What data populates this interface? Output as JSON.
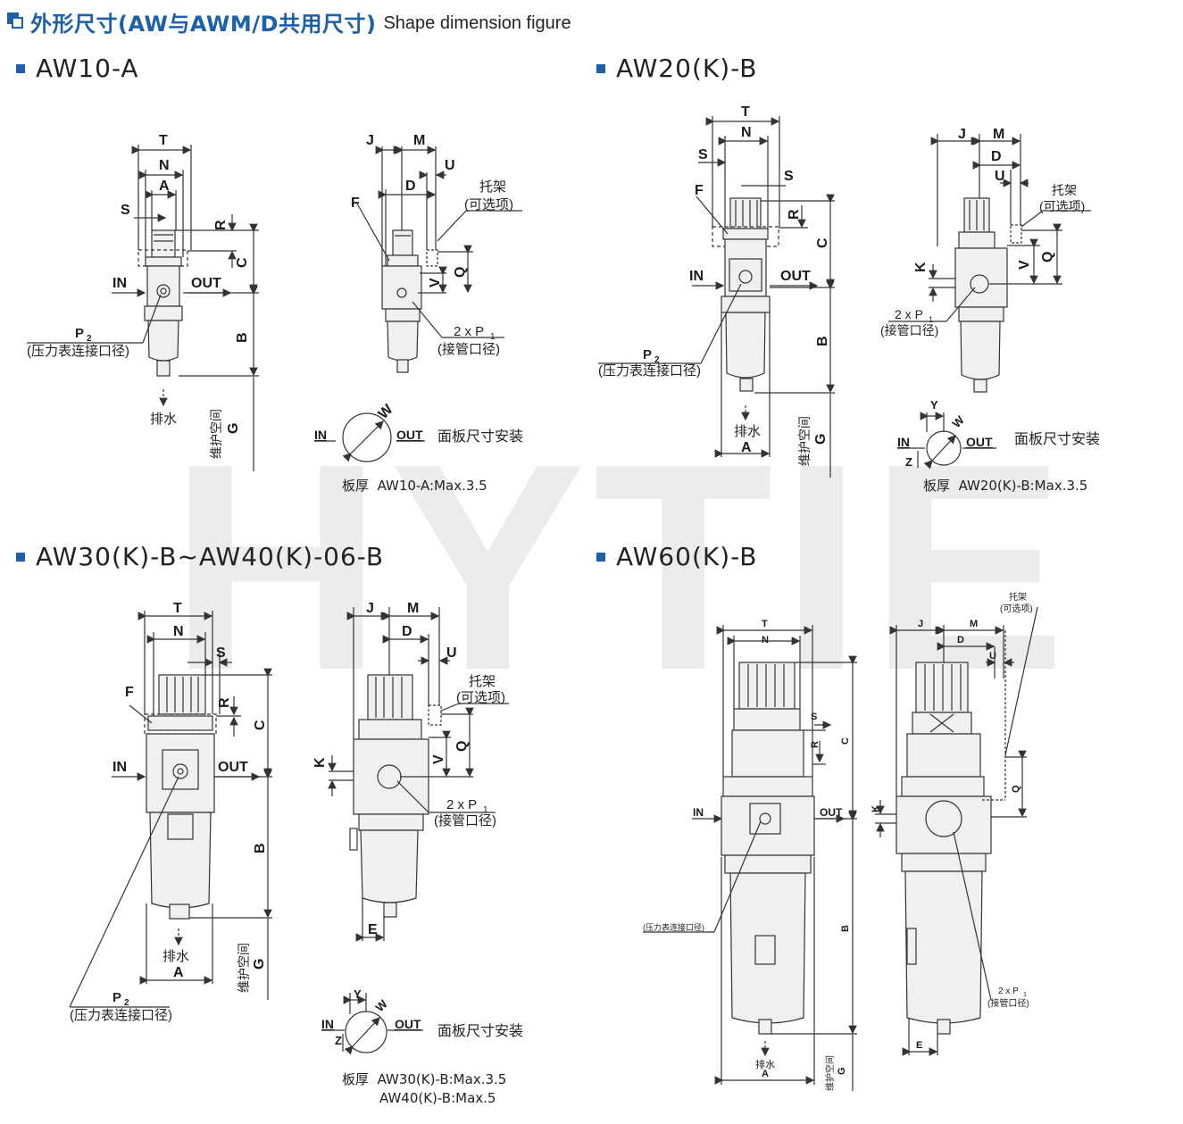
{
  "header": {
    "title": "外形尺寸(AW与AWM/D共用尺寸)",
    "subtitle": "Shape dimension figure"
  },
  "watermark": "HYTIE",
  "sections": [
    {
      "id": "aw10",
      "label": "AW10-A"
    },
    {
      "id": "aw20",
      "label": "AW20(K)-B"
    },
    {
      "id": "aw30",
      "label": "AW30(K)-B~AW40(K)-06-B"
    },
    {
      "id": "aw60",
      "label": "AW60(K)-B"
    }
  ],
  "labels": {
    "in": "IN",
    "out": "OUT",
    "drain": "排水",
    "maintenance": "维护空间",
    "bracket": "托架",
    "bracket_opt": "(可选项)",
    "p1_count": "2 x P",
    "p1_text": "(接管口径)",
    "p2": "P",
    "p2_text": "(压力表连接口径)",
    "panel": "面板尺寸安装",
    "thickness": "板厚",
    "sub1": "1",
    "sub2": "2"
  },
  "dims": {
    "T": "T",
    "N": "N",
    "A": "A",
    "S": "S",
    "R": "R",
    "C": "C",
    "B": "B",
    "G": "G",
    "J": "J",
    "M": "M",
    "D": "D",
    "U": "U",
    "F": "F",
    "V": "V",
    "Q": "Q",
    "K": "K",
    "E": "E",
    "W": "W",
    "Y": "Y",
    "Z": "Z"
  },
  "thickness_values": {
    "aw10": "AW10-A:Max.3.5",
    "aw20": "AW20(K)-B:Max.3.5",
    "aw30": "AW30(K)-B:Max.3.5",
    "aw40": "AW40(K)-B:Max.5"
  },
  "colors": {
    "accent": "#1d5fa8",
    "line": "#333333",
    "body_fill": "#f0f0f0"
  }
}
